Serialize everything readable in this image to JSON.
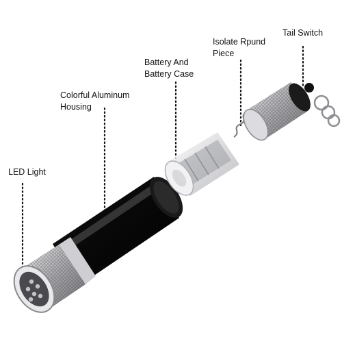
{
  "labels": {
    "led_light": "LED Light",
    "housing_line1": "Colorful Aluminum",
    "housing_line2": "Housing",
    "battery_line1": "Battery And",
    "battery_line2": "Battery Case",
    "isolate_line1": "Isolate Rpund",
    "isolate_line2": "Piece",
    "tail_switch": "Tail Switch"
  },
  "colors": {
    "housing": "#0b0b0b",
    "aluminum": "#c8c8cc",
    "battery_case": "#e8e8ea",
    "label_text": "#111111"
  }
}
